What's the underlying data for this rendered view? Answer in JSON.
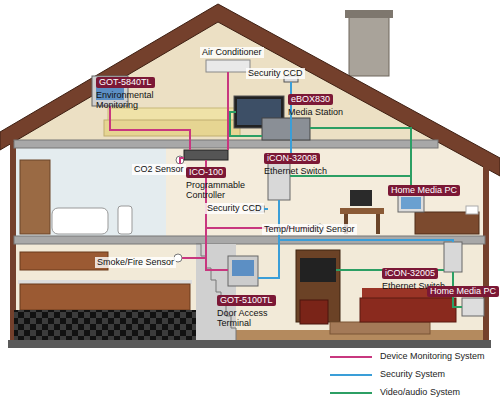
{
  "diagram": {
    "nodes": [
      {
        "text": [
          "GOT-5840TL",
          "Environmental Monitoring"
        ]
      },
      {
        "text": [
          "eBOX830",
          "Media Station"
        ]
      },
      {
        "text": [
          "iCON-32008",
          "Ethernet Switch"
        ]
      },
      {
        "text": [
          "ICO-100",
          "Programmable Controller"
        ]
      },
      {
        "text": [
          "Home Media PC"
        ]
      },
      {
        "text": [
          "iCON-32005",
          "Ethernet Switch"
        ]
      },
      {
        "text": [
          "Home Media PC"
        ]
      },
      {
        "text": [
          "GOT-5100TL",
          "Door Access Terminal"
        ]
      }
    ],
    "labels": [
      "Air Conditioner",
      "Security CCD",
      "CO2 Sensor",
      "Security CCD",
      "Temp/Humidity Sensor",
      "Smoke/Fire Sensor"
    ],
    "legend": [
      {
        "text": "Device Monitoring System"
      },
      {
        "text": "Security System"
      },
      {
        "text": "Video/audio System"
      }
    ]
  }
}
